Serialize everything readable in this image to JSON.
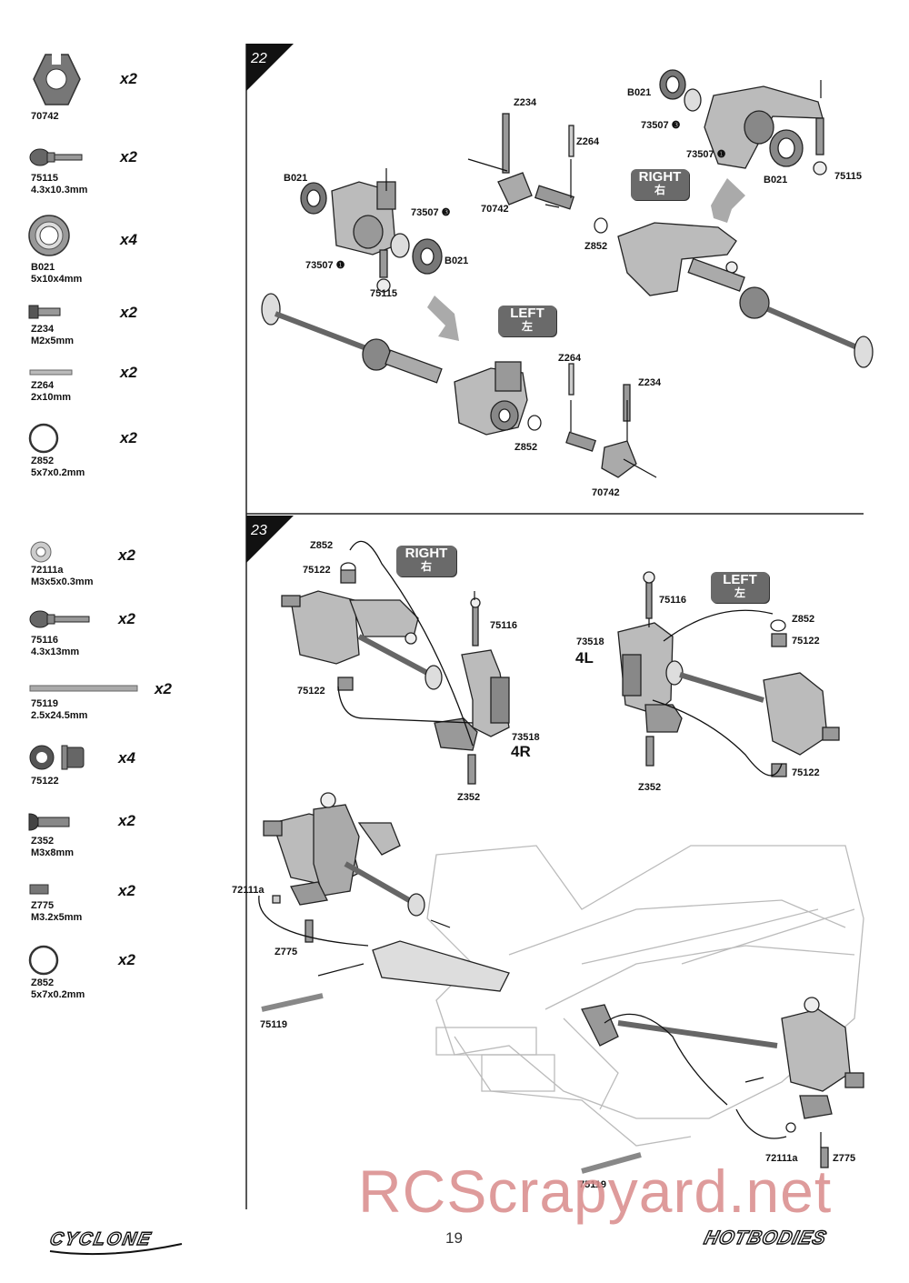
{
  "parts_list": [
    {
      "code": "70742",
      "size": "",
      "qty": "x2",
      "icon": "hex-nut-icon"
    },
    {
      "code": "75115",
      "size": "4.3x10.3mm",
      "qty": "x2",
      "icon": "ball-stud-icon"
    },
    {
      "code": "B021",
      "size": "5x10x4mm",
      "qty": "x4",
      "icon": "bearing-icon"
    },
    {
      "code": "Z234",
      "size": "M2x5mm",
      "qty": "x2",
      "icon": "screw-icon"
    },
    {
      "code": "Z264",
      "size": "2x10mm",
      "qty": "x2",
      "icon": "pin-icon"
    },
    {
      "code": "Z852",
      "size": "5x7x0.2mm",
      "qty": "x2",
      "icon": "shim-icon"
    },
    {
      "code": "72111a",
      "size": "M3x5x0.3mm",
      "qty": "x2",
      "icon": "washer-icon"
    },
    {
      "code": "75116",
      "size": "4.3x13mm",
      "qty": "x2",
      "icon": "ball-stud-icon"
    },
    {
      "code": "75119",
      "size": "2.5x24.5mm",
      "qty": "x2",
      "icon": "long-pin-icon"
    },
    {
      "code": "75122",
      "size": "",
      "qty": "x4",
      "icon": "bushing-icon"
    },
    {
      "code": "Z352",
      "size": "M3x8mm",
      "qty": "x2",
      "icon": "button-screw-icon"
    },
    {
      "code": "Z775",
      "size": "M3.2x5mm",
      "qty": "x2",
      "icon": "set-screw-icon"
    },
    {
      "code": "Z852",
      "size": "5x7x0.2mm",
      "qty": "x2",
      "icon": "shim-icon"
    }
  ],
  "step22": {
    "number": "22",
    "right_badge": {
      "en": "RIGHT",
      "cn": "右"
    },
    "left_badge": {
      "en": "LEFT",
      "cn": "左"
    },
    "labels": {
      "b021_a": "B021",
      "b021_b": "B021",
      "b021_c": "B021",
      "b021_d": "B021",
      "l73507_3a": "73507 ❸",
      "l73507_1a": "73507 ❶",
      "l73507_3b": "73507 ❸",
      "l73507_1b": "73507 ❶",
      "l75115_a": "75115",
      "l75115_b": "75115",
      "z234_a": "Z234",
      "z234_b": "Z234",
      "z264_a": "Z264",
      "z264_b": "Z264",
      "z852_a": "Z852",
      "z852_b": "Z852",
      "l70742_a": "70742",
      "l70742_b": "70742"
    }
  },
  "step23": {
    "number": "23",
    "right_badge": {
      "en": "RIGHT",
      "cn": "右"
    },
    "left_badge": {
      "en": "LEFT",
      "cn": "左"
    },
    "labels": {
      "z852_r": "Z852",
      "l75122_r1": "75122",
      "l75116_r": "75116",
      "l75122_r2": "75122",
      "l73518_r": "73518",
      "r4": "4R",
      "z352_r": "Z352",
      "l75116_l": "75116",
      "z852_l": "Z852",
      "l75122_l1": "75122",
      "l73518_l": "73518",
      "l4": "4L",
      "l75122_l2": "75122",
      "z352_l": "Z352",
      "l72111a_a": "72111a",
      "z775_a": "Z775",
      "l75119_a": "75119",
      "l72111a_b": "72111a",
      "z775_b": "Z775",
      "l75119_b": "75119"
    }
  },
  "footer": {
    "page_number": "19",
    "watermark": "RCScrapyard.net",
    "logo_left": "CYCLONE",
    "logo_right": "HOTBODIES"
  }
}
